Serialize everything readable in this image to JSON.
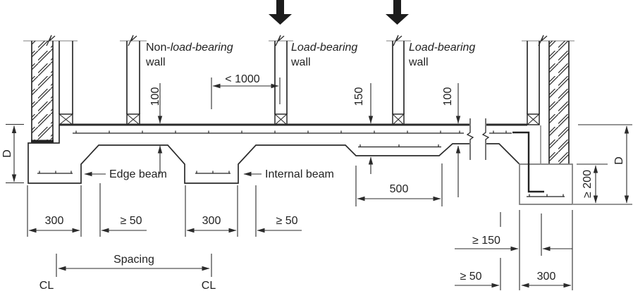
{
  "figure": {
    "walls": {
      "non_load_bearing": {
        "prefix": "Non-",
        "emphasis": "load-bearing",
        "line2": "wall"
      },
      "load_bearing_left": {
        "emphasis": "Load-bearing",
        "line2": "wall"
      },
      "load_bearing_right": {
        "emphasis": "Load-bearing",
        "line2": "wall"
      }
    },
    "beams": {
      "edge_label": "Edge beam",
      "internal_label": "Internal beam"
    },
    "dims": {
      "max_wall_offset": "< 1000",
      "slab_100_left": "100",
      "slab_150": "150",
      "slab_100_right": "100",
      "thickening_500": "500",
      "beam_width_300_edge": "300",
      "clear_50_edge": "≥ 50",
      "beam_width_300_internal": "300",
      "clear_50_internal": "≥ 50",
      "depth_D_left": "D",
      "depth_D_right": "D",
      "footing_depth_200": "≥ 200",
      "footing_ledge_150": "≥ 150",
      "footing_clear_50": "≥ 50",
      "footing_width_300": "300",
      "spacing_label": "Spacing",
      "cl_left": "CL",
      "cl_right": "CL"
    },
    "colors": {
      "line": "#2b2b2b",
      "light_line": "#999999",
      "arrow_fill": "#1c1c1c",
      "background": "#ffffff"
    }
  }
}
